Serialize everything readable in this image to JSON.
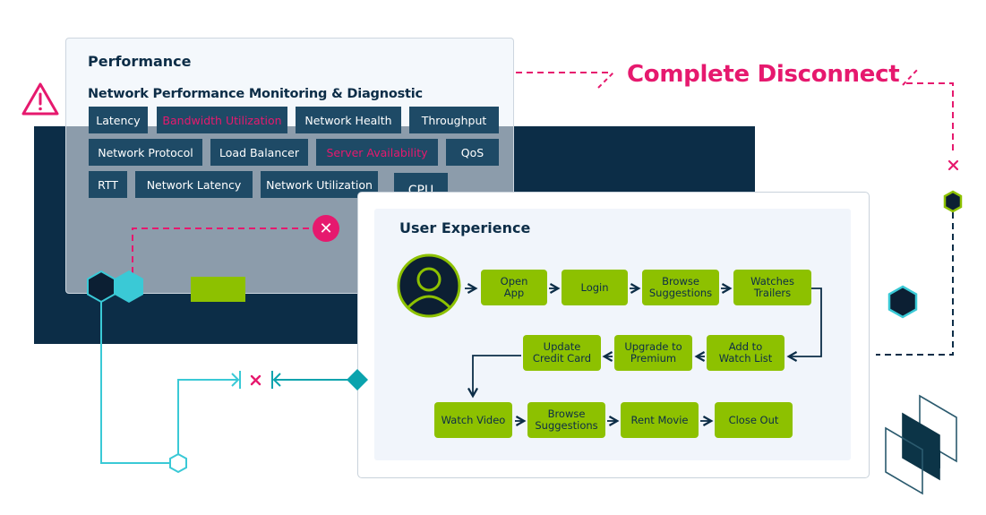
{
  "headline": "Complete Disconnect",
  "performance": {
    "title": "Performance",
    "subtitle": "Network Performance Monitoring & Diagnostic",
    "tags": [
      {
        "label": "Latency",
        "alert": false
      },
      {
        "label": "Bandwidth Utilization",
        "alert": true
      },
      {
        "label": "Network Health",
        "alert": false
      },
      {
        "label": "Throughput",
        "alert": false
      },
      {
        "label": "Network Protocol",
        "alert": false
      },
      {
        "label": "Load Balancer",
        "alert": false
      },
      {
        "label": "Server Availability",
        "alert": true
      },
      {
        "label": "QoS",
        "alert": false
      },
      {
        "label": "RTT",
        "alert": false
      },
      {
        "label": "Network Latency",
        "alert": false
      },
      {
        "label": "Network Utilization",
        "alert": false
      },
      {
        "label": "CPU",
        "alert": false
      }
    ]
  },
  "user_experience": {
    "title": "User Experience",
    "steps": [
      "Open\nApp",
      "Login",
      "Browse\nSuggestions",
      "Watches\nTrailers",
      "Add to\nWatch List",
      "Upgrade to\nPremium",
      "Update\nCredit Card",
      "Watch Video",
      "Browse\nSuggestions",
      "Rent Movie",
      "Close Out"
    ]
  },
  "icons": {
    "warning": "warning-triangle-icon",
    "disconnect_x": "x-icon",
    "user": "user-avatar-icon",
    "layers": "stacked-layers-icon"
  },
  "colors": {
    "navy": "#0c2d47",
    "tag_blue": "#1e4a66",
    "alert_pink": "#e6196e",
    "step_green": "#8dc100",
    "cyan": "#3ac9d6",
    "teal": "#0aa3ad"
  }
}
